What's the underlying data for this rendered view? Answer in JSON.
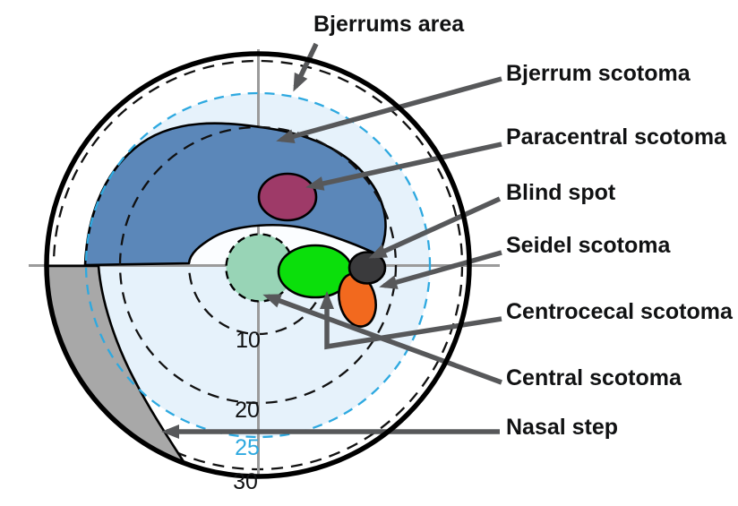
{
  "labels": {
    "bjerrums_area": "Bjerrums area",
    "bjerrum_scotoma": "Bjerrum scotoma",
    "paracentral_scotoma": "Paracentral scotoma",
    "blind_spot": "Blind spot",
    "seidel_scotoma": "Seidel scotoma",
    "centrocecal_scotoma": "Centrocecal scotoma",
    "central_scotoma": "Central scotoma",
    "nasal_step": "Nasal step"
  },
  "ticks": {
    "t10": "10",
    "t20": "20",
    "t25": "25",
    "t30": "30"
  },
  "colors": {
    "bjerrum_region": "#5b87b9",
    "field_inner": "#e6f2fb",
    "clear_band": "#fbfdff",
    "field_outer": "#ffffff",
    "central_scotoma": "#98d4b6",
    "centrocecal_scotoma": "#0bdf0b",
    "paracentral_scotoma": "#9e3a68",
    "seidel_scotoma": "#f2691e",
    "blind_spot": "#3a3a3c",
    "nasal_step": "#a8a8a8",
    "arrow": "#57585a",
    "ring_25": "#2ea9e0",
    "ring_black": "#111111",
    "meridian": "#9b9b9b",
    "outline": "#000000"
  }
}
